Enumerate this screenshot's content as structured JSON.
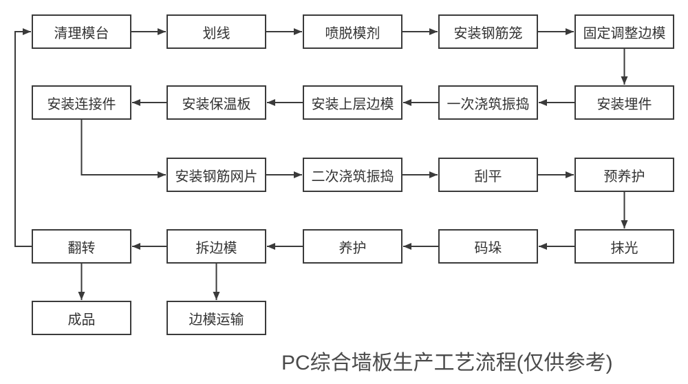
{
  "title": "PC综合墙板生产工艺流程(仅供参考)",
  "colors": {
    "background": "#ffffff",
    "line": "#3a3a3a",
    "node_text": "#333333",
    "title_text": "#4a4a4a"
  },
  "nodes": [
    {
      "id": "clean-mold-table",
      "label": "清理模台"
    },
    {
      "id": "scribe-lines",
      "label": "划线"
    },
    {
      "id": "spray-release-agent",
      "label": "喷脱模剂"
    },
    {
      "id": "install-rebar-cage",
      "label": "安装钢筋笼"
    },
    {
      "id": "fix-adjust-side-forms",
      "label": "固定调整边模"
    },
    {
      "id": "install-embeds",
      "label": "安装埋件"
    },
    {
      "id": "first-pour-vibrate",
      "label": "一次浇筑振捣"
    },
    {
      "id": "install-upper-side-forms",
      "label": "安装上层边模"
    },
    {
      "id": "install-insulation-board",
      "label": "安装保温板"
    },
    {
      "id": "install-connectors",
      "label": "安装连接件"
    },
    {
      "id": "install-rebar-mesh",
      "label": "安装钢筋网片"
    },
    {
      "id": "second-pour-vibrate",
      "label": "二次浇筑振捣"
    },
    {
      "id": "screed-flat",
      "label": "刮平"
    },
    {
      "id": "pre-curing",
      "label": "预养护"
    },
    {
      "id": "trowel-finish",
      "label": "抹光"
    },
    {
      "id": "stacking",
      "label": "码垛"
    },
    {
      "id": "curing",
      "label": "养护"
    },
    {
      "id": "remove-side-forms",
      "label": "拆边模"
    },
    {
      "id": "flip-over",
      "label": "翻转"
    },
    {
      "id": "finished-product",
      "label": "成品"
    },
    {
      "id": "side-form-transport",
      "label": "边模运输"
    }
  ],
  "edges": [
    {
      "from": "clean-mold-table",
      "to": "scribe-lines",
      "route": "h"
    },
    {
      "from": "scribe-lines",
      "to": "spray-release-agent",
      "route": "h"
    },
    {
      "from": "spray-release-agent",
      "to": "install-rebar-cage",
      "route": "h"
    },
    {
      "from": "install-rebar-cage",
      "to": "fix-adjust-side-forms",
      "route": "h"
    },
    {
      "from": "fix-adjust-side-forms",
      "to": "install-embeds",
      "route": "v"
    },
    {
      "from": "install-embeds",
      "to": "first-pour-vibrate",
      "route": "h"
    },
    {
      "from": "first-pour-vibrate",
      "to": "install-upper-side-forms",
      "route": "h"
    },
    {
      "from": "install-upper-side-forms",
      "to": "install-insulation-board",
      "route": "h"
    },
    {
      "from": "install-insulation-board",
      "to": "install-connectors",
      "route": "h"
    },
    {
      "from": "install-connectors",
      "to": "install-rebar-mesh",
      "route": "elbow-down-right"
    },
    {
      "from": "install-rebar-mesh",
      "to": "second-pour-vibrate",
      "route": "h"
    },
    {
      "from": "second-pour-vibrate",
      "to": "screed-flat",
      "route": "h"
    },
    {
      "from": "screed-flat",
      "to": "pre-curing",
      "route": "h"
    },
    {
      "from": "pre-curing",
      "to": "trowel-finish",
      "route": "v"
    },
    {
      "from": "trowel-finish",
      "to": "stacking",
      "route": "h"
    },
    {
      "from": "stacking",
      "to": "curing",
      "route": "h"
    },
    {
      "from": "curing",
      "to": "remove-side-forms",
      "route": "h"
    },
    {
      "from": "remove-side-forms",
      "to": "flip-over",
      "route": "h"
    },
    {
      "from": "flip-over",
      "to": "clean-mold-table",
      "route": "loop-left-up"
    },
    {
      "from": "flip-over",
      "to": "finished-product",
      "route": "v"
    },
    {
      "from": "remove-side-forms",
      "to": "side-form-transport",
      "route": "v"
    }
  ]
}
